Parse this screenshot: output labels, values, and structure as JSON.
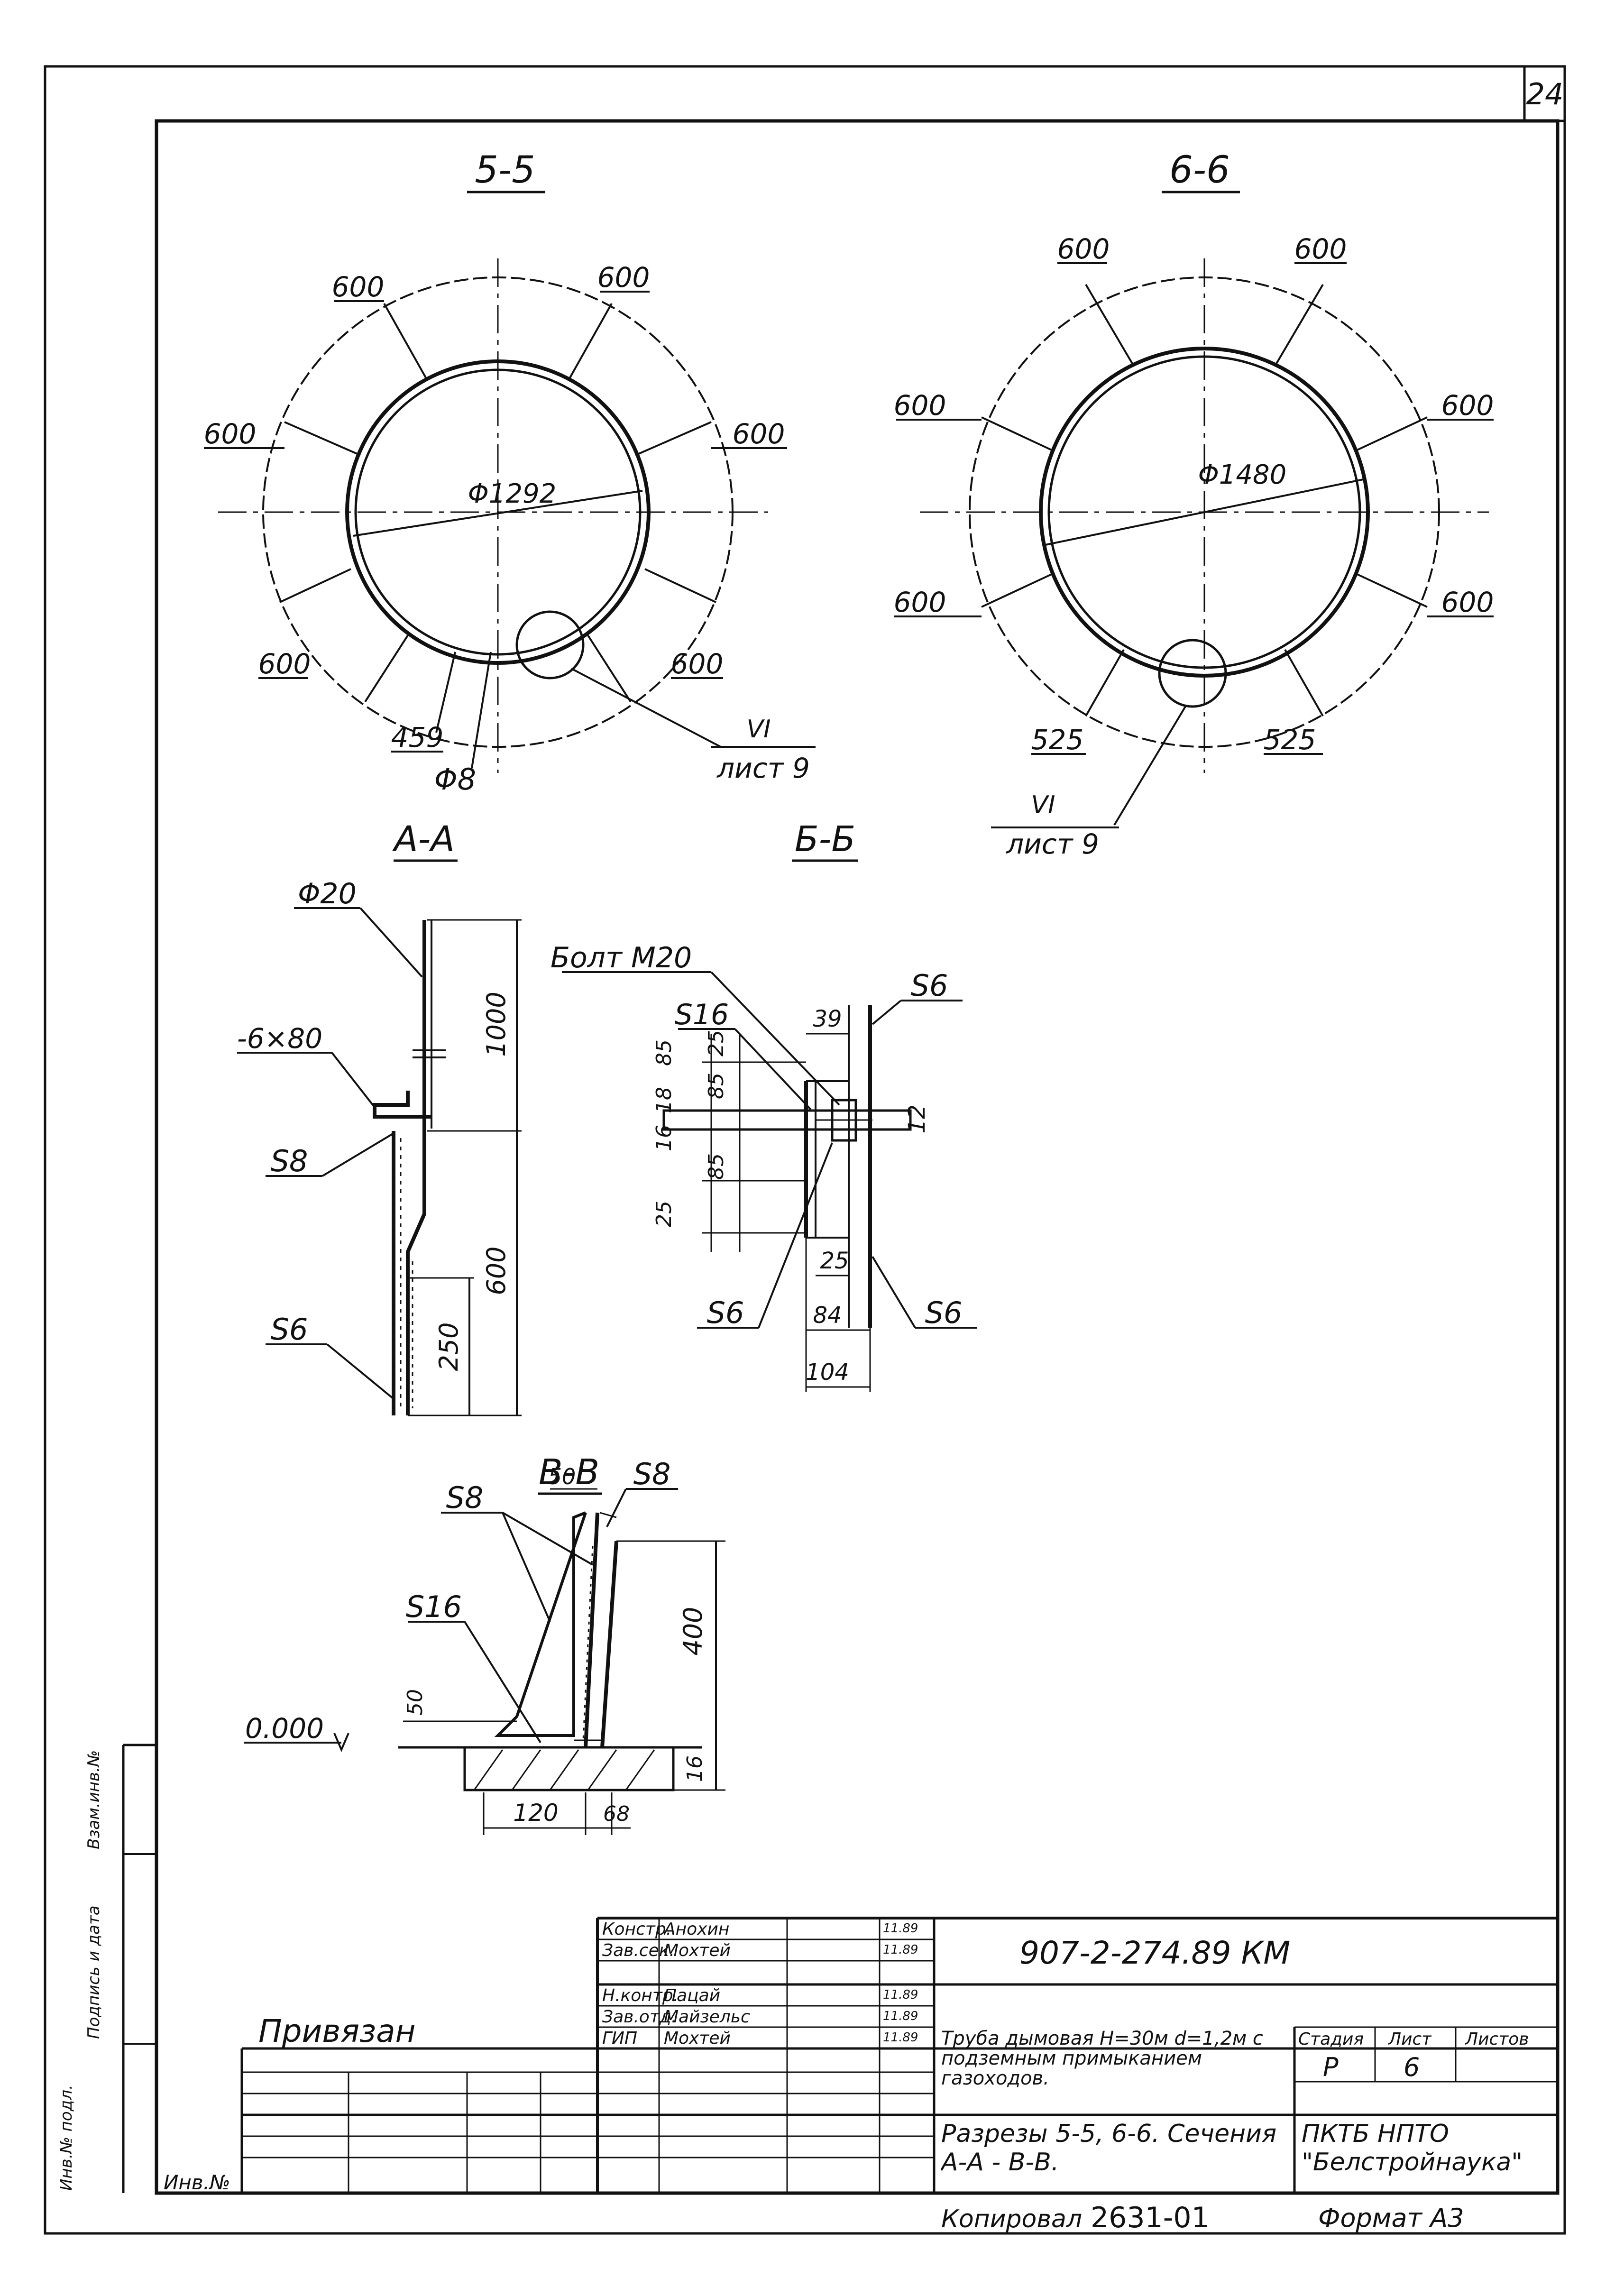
{
  "sheet_number": "24",
  "views": {
    "s55": {
      "title": "5-5",
      "diameter": "Φ1292",
      "arcs": [
        "600",
        "600",
        "600",
        "600",
        "600",
        "600"
      ],
      "arc_small": "459",
      "rod": "Φ8",
      "ref_num": "VI",
      "ref_sheet": "лист 9"
    },
    "s66": {
      "title": "6-6",
      "diameter": "Φ1480",
      "arcs": [
        "600",
        "600",
        "600",
        "600",
        "600",
        "600"
      ],
      "arc_left": "525",
      "arc_right": "525",
      "ref_num": "VI",
      "ref_sheet": "лист 9"
    },
    "aa": {
      "title": "А-А",
      "rod": "Φ20",
      "strip": "-6×80",
      "plate_top": "S8",
      "plate_bottom": "S6",
      "dim_1000": "1000",
      "dim_600": "600",
      "dim_250": "250"
    },
    "bb": {
      "title": "Б-Б",
      "bolt": "Болт М20",
      "s16": "S16",
      "s6_top": "S6",
      "s6_left": "S6",
      "s6_right": "S6",
      "d39": "39",
      "d85a": "85",
      "d85b": "85",
      "d85c": "85",
      "d18": "18",
      "d16": "16",
      "d25a": "25",
      "d25b": "25",
      "d25c": "25",
      "d12": "12",
      "d84": "84",
      "d104": "104"
    },
    "vv": {
      "title": "В-В",
      "s8a": "S8",
      "s8b": "S8",
      "s16": "S16",
      "level": "0.000",
      "d50a": "50",
      "d50b": "50",
      "d400": "400",
      "d16": "16",
      "d120": "120",
      "d68": "68"
    }
  },
  "title_block": {
    "rows": [
      {
        "role": "Констр.",
        "name": "Анохин",
        "date": "11.89"
      },
      {
        "role": "Зав.сек.",
        "name": "Мохтей",
        "date": "11.89"
      },
      {
        "role": "Н.контр.",
        "name": "Пацай",
        "date": "11.89"
      },
      {
        "role": "Зав.отд.",
        "name": "Майзельс",
        "date": "11.89"
      },
      {
        "role": "ГИП",
        "name": "Мохтей",
        "date": "11.89"
      }
    ],
    "code": "907-2-274.89 КМ",
    "description": "Труба дымовая H=30м d=1,2м с подземным примыканием газоходов.",
    "sheet_title": "Разрезы 5-5, 6-6. Сечения А-А - В-В.",
    "stage_label": "Стадия",
    "sheet_label": "Лист",
    "sheets_label": "Листов",
    "stage": "Р",
    "sheet": "6",
    "org": "ПКТБ НПТО \"Белстройнаука\"",
    "privyazan": "Привязан",
    "inv_label": "Инв.№",
    "copied": "Копировал",
    "copy_num": "2631-01",
    "format": "Формат А3",
    "side_labels": [
      "Инв.№ подл.",
      "Подпись и дата",
      "Взам.инв.№"
    ]
  }
}
